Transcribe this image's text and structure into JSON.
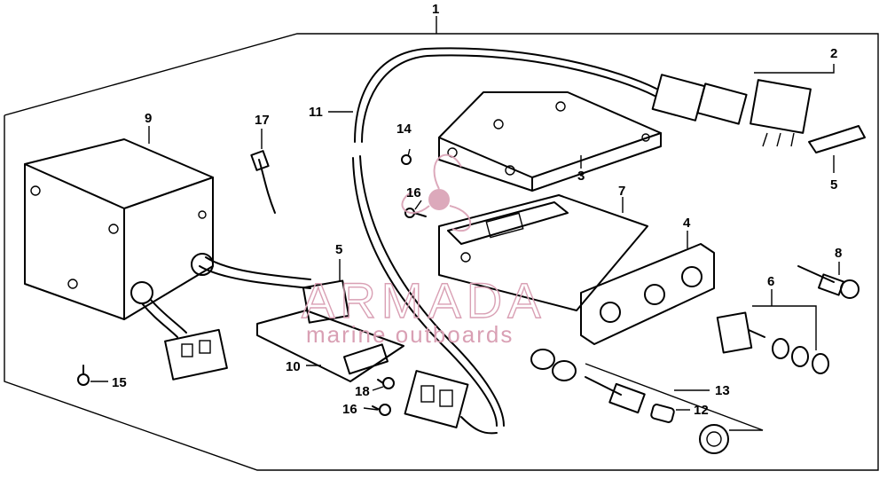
{
  "callouts": {
    "c1": "1",
    "c2": "2",
    "c3": "3",
    "c4": "4",
    "c5a": "5",
    "c5b": "5",
    "c6": "6",
    "c7": "7",
    "c8": "8",
    "c9": "9",
    "c10": "10",
    "c11": "11",
    "c12": "12",
    "c13": "13",
    "c14": "14",
    "c15": "15",
    "c16a": "16",
    "c16b": "16",
    "c17": "17",
    "c18": "18"
  },
  "watermark": {
    "brand": "ARMADA",
    "tagline": "marine outboards",
    "color": "#d9a0b4"
  },
  "colors": {
    "line": "#000000",
    "background": "#ffffff"
  }
}
